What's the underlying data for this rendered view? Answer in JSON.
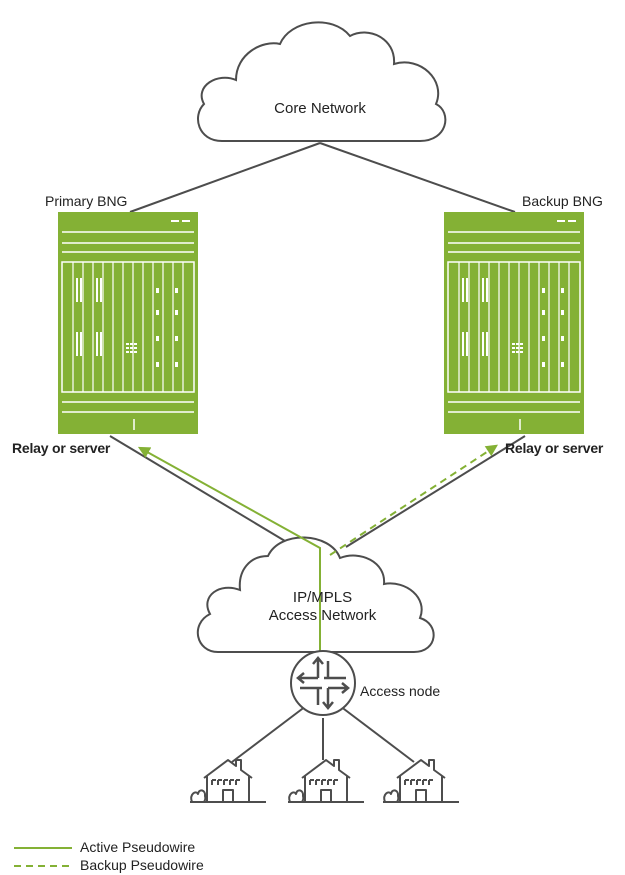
{
  "colors": {
    "green": "#84b135",
    "stroke": "#4d4d4d",
    "router_fill": "#ffffff"
  },
  "labels": {
    "core_network": "Core Network",
    "primary_bng": "Primary BNG",
    "backup_bng": "Backup BNG",
    "relay_left": "Relay or server",
    "relay_right": "Relay or server",
    "access_net_line1": "IP/MPLS",
    "access_net_line2": "Access Network",
    "access_node": "Access node"
  },
  "legend": {
    "active": "Active Pseudowire",
    "backup": "Backup Pseudowire"
  },
  "icons": {
    "bng": "router-chassis-icon",
    "access_node": "router-icon",
    "home": "house-icon",
    "cloud": "cloud-icon"
  }
}
